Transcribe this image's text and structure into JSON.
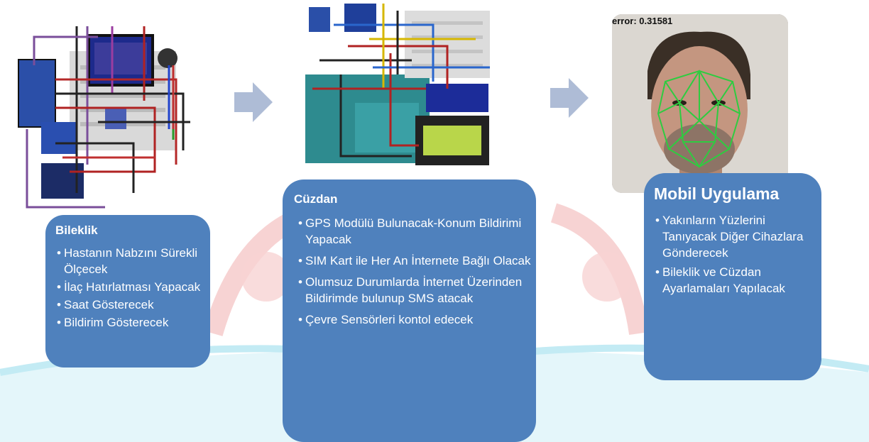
{
  "colors": {
    "box_fill": "#4f81bd",
    "arrow_fill": "#aebcd6",
    "watermark_red": "#f5c8c8",
    "watermark_cyan": "#cdeef5"
  },
  "error_readout": "error: 0.31581",
  "bileklik": {
    "title": "Bileklik",
    "items": [
      "Hastanın Nabzını Sürekli Ölçecek",
      "İlaç Hatırlatması Yapacak",
      "Saat Gösterecek",
      "Bildirim Gösterecek"
    ]
  },
  "cuzdan": {
    "title": "Cüzdan",
    "items": [
      "GPS Modülü Bulunacak-Konum Bildirimi Yapacak",
      "SIM Kart ile Her An İnternete Bağlı Olacak",
      "Olumsuz Durumlarda İnternet Üzerinden Bildirimde bulunup SMS atacak",
      "Çevre Sensörleri kontol edecek"
    ]
  },
  "mobil": {
    "title": "Mobil Uygulama",
    "items": [
      "Yakınların Yüzlerini Tanıyacak Diğer Cihazlara Gönderecek",
      "Bileklik ve Cüzdan Ayarlamaları Yapılacak"
    ]
  }
}
